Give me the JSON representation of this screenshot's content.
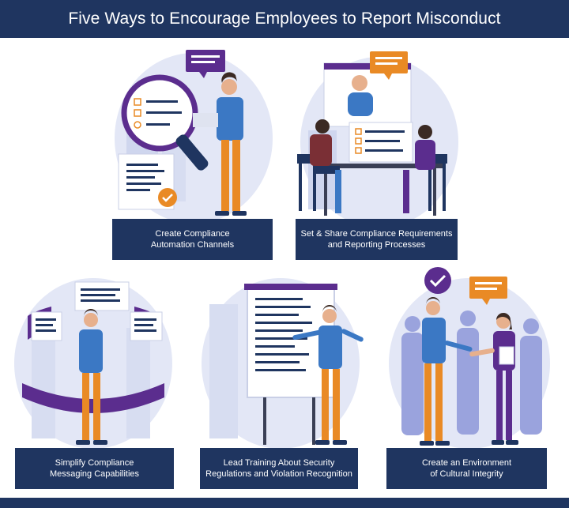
{
  "title": "Five Ways to Encourage Employees to Report Misconduct",
  "colors": {
    "navy": "#1f3560",
    "blob": "#e3e7f6",
    "purple": "#5b2d8e",
    "orange": "#e98a25",
    "shirt_blue": "#3b78c4",
    "skin": "#e7b08d"
  },
  "items": [
    {
      "line1": "Create Compliance",
      "line2": "Automation Channels",
      "icon": "magnifying-glass-checklist-icon"
    },
    {
      "line1": "Set & Share Compliance Requirements",
      "line2": "and Reporting Processes",
      "icon": "video-meeting-icon"
    },
    {
      "line1": "Simplify Compliance",
      "line2": "Messaging Capabilities",
      "icon": "message-ring-icon"
    },
    {
      "line1": "Lead Training About Security",
      "line2": "Regulations and Violation Recognition",
      "icon": "flipchart-icon"
    },
    {
      "line1": "Create an Environment",
      "line2": "of Cultural Integrity",
      "icon": "handshake-icon"
    }
  ]
}
